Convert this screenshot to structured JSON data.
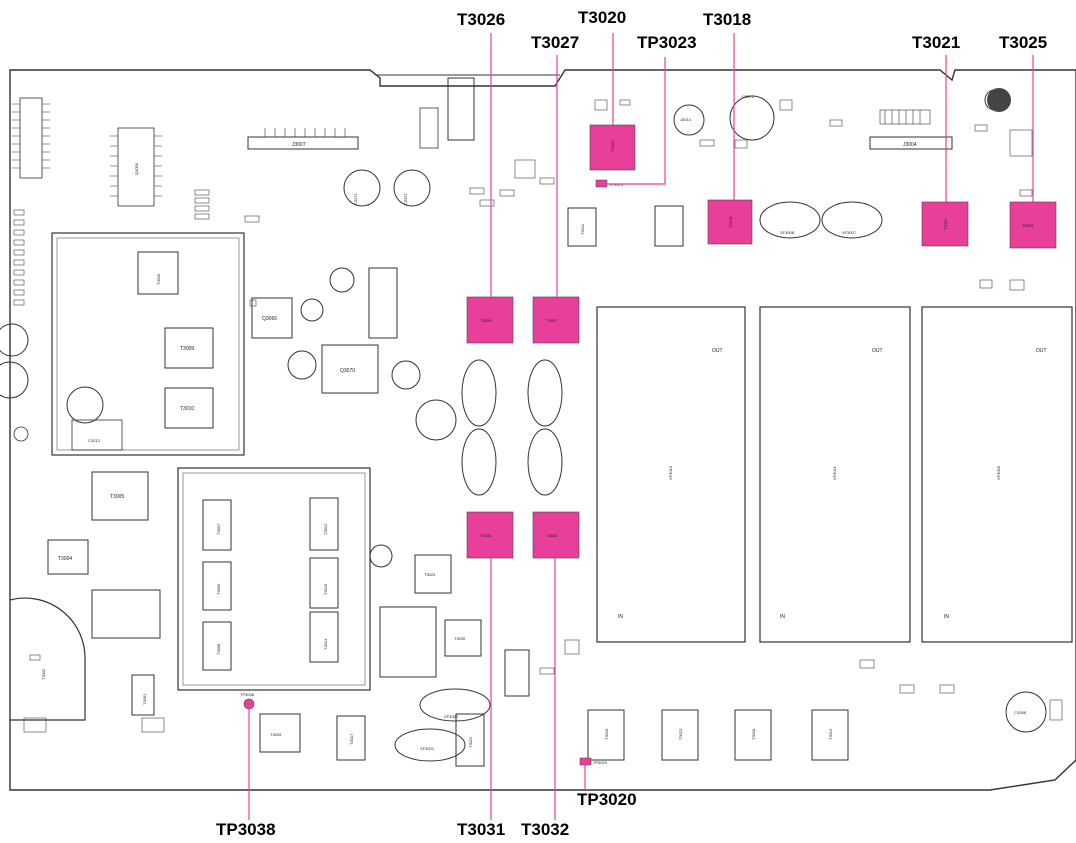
{
  "colors": {
    "highlight": "#e8409a",
    "ink": "#222222",
    "board": "#ffffff"
  },
  "callouts": {
    "T3026": "T3026",
    "T3027": "T3027",
    "T3020": "T3020",
    "TP3023": "TP3023",
    "T3018": "T3018",
    "T3021": "T3021",
    "T3025": "T3025",
    "TP3020": "TP3020",
    "TP3038": "TP3038",
    "T3031": "T3031",
    "T3032": "T3032"
  },
  "pads": [
    {
      "name": "T3020",
      "label": "T3020"
    },
    {
      "name": "T3018",
      "label": "T3018"
    },
    {
      "name": "T3021",
      "label": "T3021"
    },
    {
      "name": "T3025",
      "label": "T3025"
    },
    {
      "name": "T3026",
      "label": "T3026"
    },
    {
      "name": "T3027",
      "label": "T3027"
    },
    {
      "name": "T3031",
      "label": "T3031"
    },
    {
      "name": "T3032",
      "label": "T3032"
    }
  ],
  "board_labels": {
    "j3007": "J3007",
    "j3004": "J3004",
    "t3009": "T3009",
    "t3010": "T3010",
    "t3005": "T3005",
    "t3004": "T3004",
    "t3001": "T3001",
    "q3070": "Q3070",
    "q3066": "Q3066",
    "t3024": "T3024",
    "t3030": "T3030",
    "t3039": "T3039",
    "t3017": "T3017",
    "t3022": "T3022",
    "t3019": "T3019",
    "t3023": "T3023",
    "t3028": "T3028",
    "t3012": "T3012",
    "t3015": "T3015",
    "t3014": "T3014",
    "t3007": "T3007",
    "t3006": "T3006",
    "t3008": "T3008",
    "t3013": "T3013",
    "t3011": "T3011",
    "xf3008": "XF3008",
    "xf3007": "XF3007",
    "xf3002": "XF3002",
    "xf3001": "XF3001",
    "out1": "OUT",
    "out2": "OUT",
    "out3": "OUT",
    "in1": "IN",
    "in2": "IN",
    "in3": "IN",
    "xf3010": "XF3010",
    "xf3011": "XF3011",
    "xf3009": "XF3009",
    "tp3038_pad": "TP3038",
    "tp3020_pad": "TP3020",
    "tp3023_pad": "TP3023",
    "d3009": "D3009",
    "d3034": "D3034",
    "q3024": "Q3024",
    "q3050": "Q3050",
    "q3018": "Q3018",
    "t3025_small": "T3025",
    "c3212": "C3212",
    "c3272": "C3272",
    "c3327": "C3327",
    "c3288": "C3288",
    "c3375": "C3375",
    "j3014": "J3014",
    "q3014": "Q3014",
    "t3016": "T3016",
    "q3061": "Q3061",
    "t3002": "T3002",
    "t3003": "T3003"
  }
}
